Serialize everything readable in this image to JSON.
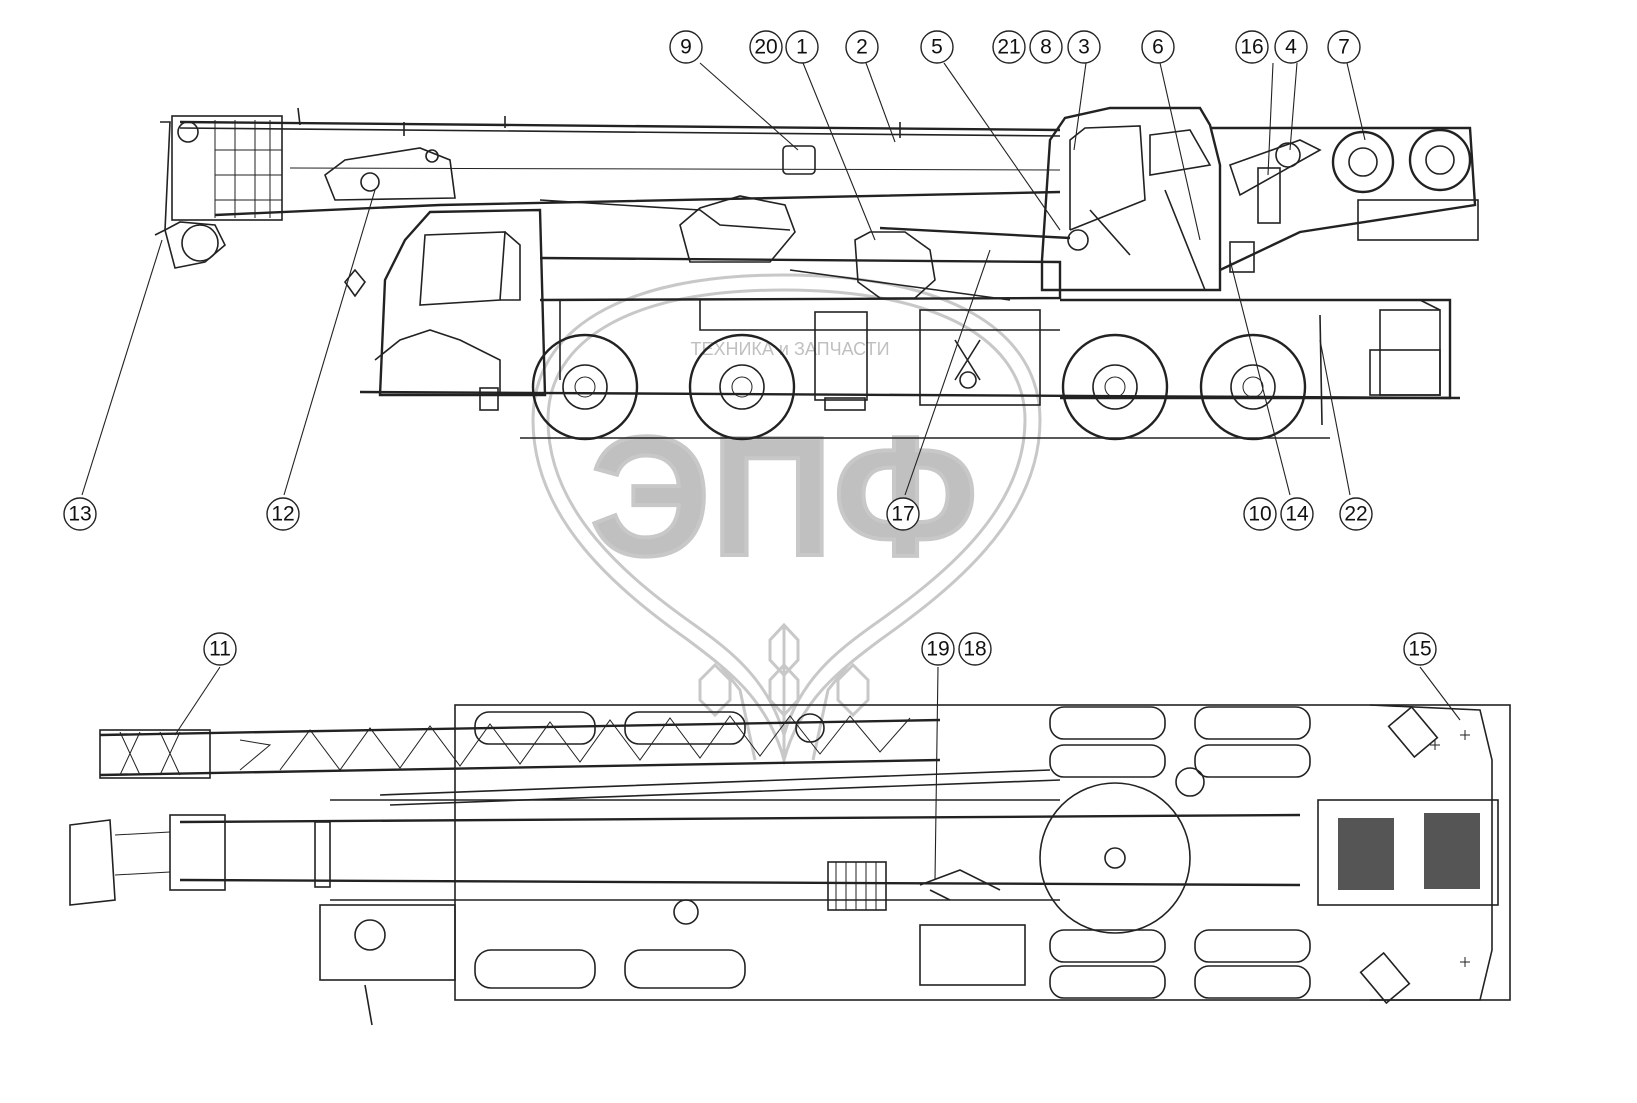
{
  "watermark": {
    "logo_text": "ЭПФ",
    "arc_text": "ТЕХНИКА и ЗАПЧАСТИ"
  },
  "callouts": [
    {
      "id": "9",
      "label": "9"
    },
    {
      "id": "20",
      "label": "20"
    },
    {
      "id": "1",
      "label": "1"
    },
    {
      "id": "2",
      "label": "2"
    },
    {
      "id": "5",
      "label": "5"
    },
    {
      "id": "21",
      "label": "21"
    },
    {
      "id": "8",
      "label": "8"
    },
    {
      "id": "3",
      "label": "3"
    },
    {
      "id": "6",
      "label": "6"
    },
    {
      "id": "16",
      "label": "16"
    },
    {
      "id": "4",
      "label": "4"
    },
    {
      "id": "7",
      "label": "7"
    },
    {
      "id": "13",
      "label": "13"
    },
    {
      "id": "12",
      "label": "12"
    },
    {
      "id": "17",
      "label": "17"
    },
    {
      "id": "10",
      "label": "10"
    },
    {
      "id": "14",
      "label": "14"
    },
    {
      "id": "22",
      "label": "22"
    },
    {
      "id": "11",
      "label": "11"
    },
    {
      "id": "19",
      "label": "19"
    },
    {
      "id": "18",
      "label": "18"
    },
    {
      "id": "15",
      "label": "15"
    }
  ],
  "colors": {
    "line": "#222222",
    "watermark": "#c8c8c8"
  }
}
